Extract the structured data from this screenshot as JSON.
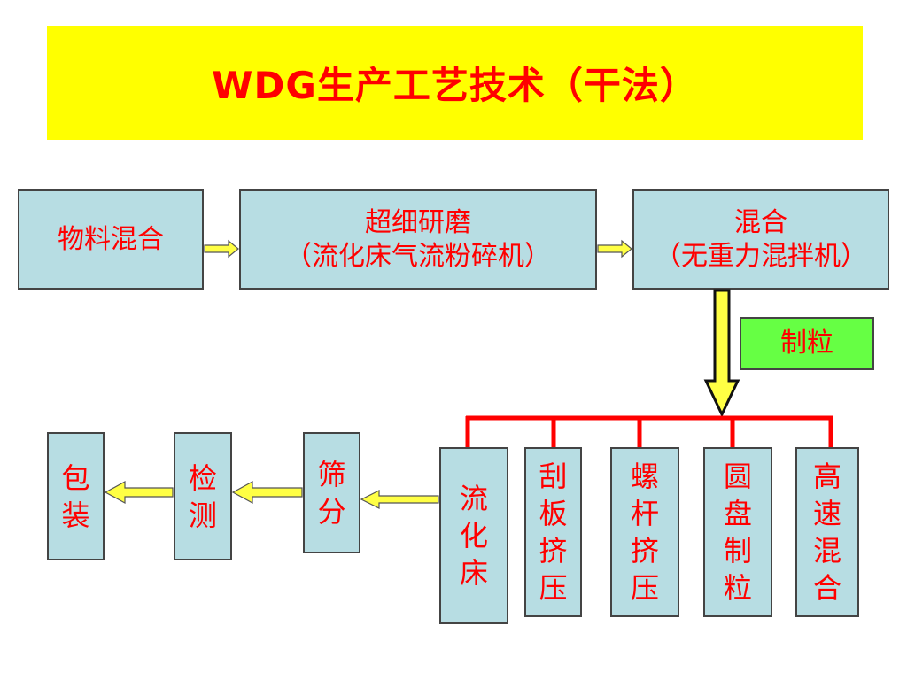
{
  "title": "WDG生产工艺技术（干法）",
  "steps": {
    "mix_material": "物料混合",
    "grind_line1": "超细研磨",
    "grind_line2": "（流化床气流粉碎机）",
    "blend_line1": "混合",
    "blend_line2": "（无重力混拌机）",
    "granulate": "制粒"
  },
  "granulation_methods": [
    [
      "流",
      "化",
      "床"
    ],
    [
      "刮",
      "板",
      "挤",
      "压"
    ],
    [
      "螺",
      "杆",
      "挤",
      "压"
    ],
    [
      "圆",
      "盘",
      "制",
      "粒"
    ],
    [
      "高",
      "速",
      "混",
      "合"
    ]
  ],
  "post_steps": {
    "sieve": [
      "筛",
      "分"
    ],
    "inspect": [
      "检",
      "测"
    ],
    "pack": [
      "包",
      "装"
    ]
  },
  "colors": {
    "title_bg": "#ffff00",
    "text": "#ff0000",
    "box_bg": "#b7dde3",
    "granulate_bg": "#66ff44",
    "arrow_fill": "#ffff44",
    "branch_line": "#ff0000"
  }
}
